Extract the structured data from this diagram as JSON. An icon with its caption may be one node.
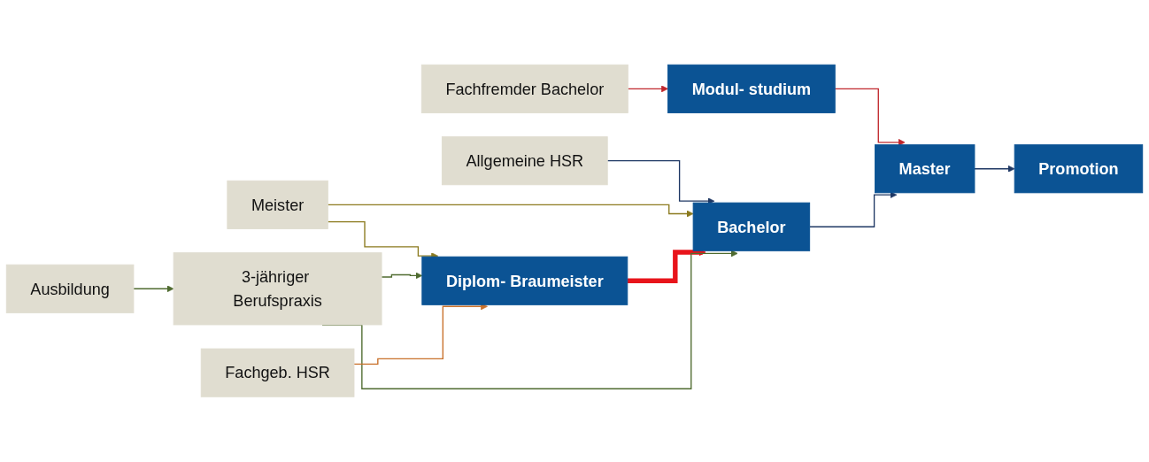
{
  "diagram": {
    "nodes": [
      {
        "text": [
          "Fachfremder Bachelor"
        ]
      },
      {
        "text": [
          "Modul- studium"
        ]
      },
      {
        "text": [
          "Allgemeine HSR"
        ]
      },
      {
        "text": [
          "Bachelor"
        ]
      },
      {
        "text": [
          "Master"
        ]
      },
      {
        "text": [
          "Promotion"
        ]
      },
      {
        "text": [
          "Meister"
        ]
      },
      {
        "text": [
          "Diplom- Braumeister"
        ]
      },
      {
        "text": [
          "Ausbildung"
        ]
      },
      {
        "text": [
          "3-jähriger Berufspraxis"
        ]
      },
      {
        "text": [
          "Fachgeb. HSR"
        ]
      }
    ],
    "edges": [
      {
        "from": 0,
        "to": 1,
        "arrow": "to",
        "color": "#c0272d"
      },
      {
        "from": 1,
        "to": 4,
        "arrow": "to",
        "color": "#c0272d"
      },
      {
        "from": 2,
        "to": 3,
        "arrow": "to",
        "color": "#1f3864"
      },
      {
        "from": 6,
        "to": 3,
        "arrow": "to",
        "color": "#8b7a1e"
      },
      {
        "from": 6,
        "to": 7,
        "arrow": "to",
        "color": "#8b7a1e"
      },
      {
        "from": 3,
        "to": 4,
        "arrow": "to",
        "color": "#1f3864"
      },
      {
        "from": 4,
        "to": 5,
        "arrow": "to",
        "color": "#1f3864"
      },
      {
        "from": 7,
        "to": 3,
        "arrow": "to",
        "style": "thick",
        "color": "#e8141b"
      },
      {
        "from": 8,
        "to": 9,
        "arrow": "to",
        "color": "#4f6b2f"
      },
      {
        "from": 9,
        "to": 7,
        "arrow": "to",
        "color": "#4f6b2f"
      },
      {
        "from": 9,
        "to": 3,
        "arrow": "to",
        "color": "#4f6b2f"
      },
      {
        "from": 10,
        "to": 7,
        "arrow": "to",
        "color": "#c8702a"
      }
    ]
  }
}
